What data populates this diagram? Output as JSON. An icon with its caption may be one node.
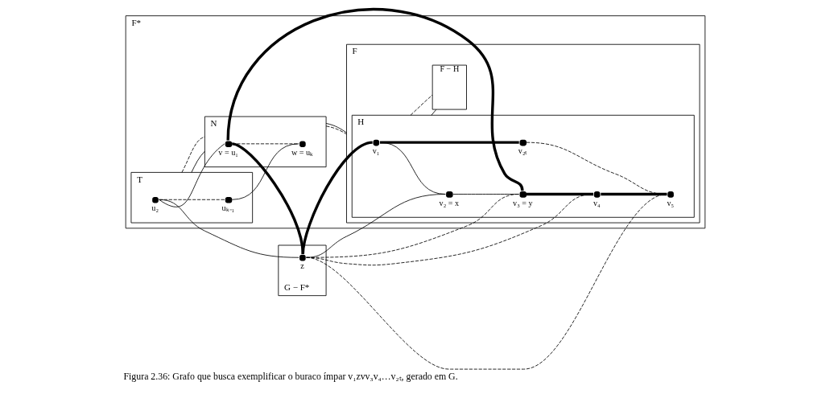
{
  "diagram": {
    "caption": "Figura 2.36: Grafo que busca exemplificar o buraco ímpar v₁zvv₃v₄…v₂ₜ, gerado em G.",
    "nodes": [
      {
        "text": [
          "F*"
        ]
      },
      {
        "text": [
          "T"
        ],
        "in": 0
      },
      {
        "text": [],
        "shape": "circle",
        "beside": [
          "u₂"
        ],
        "in": 1
      },
      {
        "text": [],
        "shape": "circle",
        "beside": [
          "uₖ₋₁"
        ],
        "in": 1
      },
      {
        "text": [
          "N"
        ],
        "in": 0
      },
      {
        "text": [],
        "shape": "circle",
        "beside": [
          "v = u₁"
        ],
        "in": 4
      },
      {
        "text": [],
        "shape": "circle",
        "beside": [
          "w = uₖ"
        ],
        "in": 4
      },
      {
        "text": [
          "F"
        ],
        "in": 0
      },
      {
        "text": [
          "H"
        ],
        "in": 7
      },
      {
        "text": [],
        "shape": "circle",
        "beside": [
          "v₁"
        ],
        "in": 8
      },
      {
        "text": [],
        "shape": "circle",
        "beside": [
          "v₂ₜ"
        ],
        "in": 8
      },
      {
        "text": [],
        "shape": "circle",
        "beside": [
          "v₂ = x"
        ],
        "in": 8
      },
      {
        "text": [],
        "shape": "circle",
        "beside": [
          "v₅"
        ],
        "in": 8
      },
      {
        "text": [],
        "shape": "circle",
        "beside": [
          "v₃ = y"
        ],
        "in": 8
      },
      {
        "text": [],
        "shape": "circle",
        "beside": [
          "v₄"
        ],
        "in": 8
      },
      {
        "text": [
          "F − H"
        ],
        "in": 7
      },
      {
        "text": [
          "G − F*"
        ]
      },
      {
        "text": [],
        "shape": "circle",
        "beside": [
          "z"
        ],
        "in": 16
      }
    ],
    "edges": [
      {
        "from": 2,
        "to": 5,
        "arrow": "none"
      },
      {
        "from": 2,
        "to": 3,
        "arrow": "none",
        "style": "dashed"
      },
      {
        "from": 3,
        "to": 6,
        "arrow": "none"
      },
      {
        "from": 5,
        "to": 6,
        "arrow": "none",
        "style": "dashed"
      },
      {
        "from": 2,
        "to": 17,
        "arrow": "none"
      },
      {
        "from": 5,
        "to": 17,
        "arrow": "none",
        "style": "thick"
      },
      {
        "from": 5,
        "to": 13,
        "arrow": "none",
        "style": "thick"
      },
      {
        "from": 9,
        "to": 10,
        "arrow": "none",
        "style": "thick"
      },
      {
        "from": 9,
        "to": 11,
        "arrow": "none"
      },
      {
        "from": 11,
        "to": 13,
        "arrow": "none"
      },
      {
        "from": 13,
        "to": 14,
        "arrow": "none",
        "style": "thick"
      },
      {
        "from": 14,
        "to": 12,
        "arrow": "none",
        "style": "thick"
      },
      {
        "from": 10,
        "to": 12,
        "arrow": "none",
        "style": "dashed"
      },
      {
        "from": 17,
        "to": 9,
        "arrow": "none",
        "style": "thick"
      },
      {
        "from": 17,
        "to": 11,
        "arrow": "none"
      },
      {
        "from": 17,
        "to": 13,
        "arrow": "none",
        "style": "dashed"
      },
      {
        "from": 17,
        "to": 14,
        "arrow": "none",
        "style": "dashed"
      },
      {
        "from": 17,
        "to": 12,
        "arrow": "none",
        "style": "dashed"
      },
      {
        "from": 1,
        "to": 4,
        "arrow": "none"
      },
      {
        "from": 1,
        "to": 4,
        "arrow": "none",
        "style": "dashed"
      },
      {
        "from": 4,
        "to": 7,
        "arrow": "none"
      },
      {
        "from": 4,
        "to": 7,
        "arrow": "none",
        "style": "dashed"
      },
      {
        "from": 8,
        "to": 15,
        "arrow": "none"
      },
      {
        "from": 8,
        "to": 15,
        "arrow": "none",
        "style": "dashed"
      }
    ]
  }
}
